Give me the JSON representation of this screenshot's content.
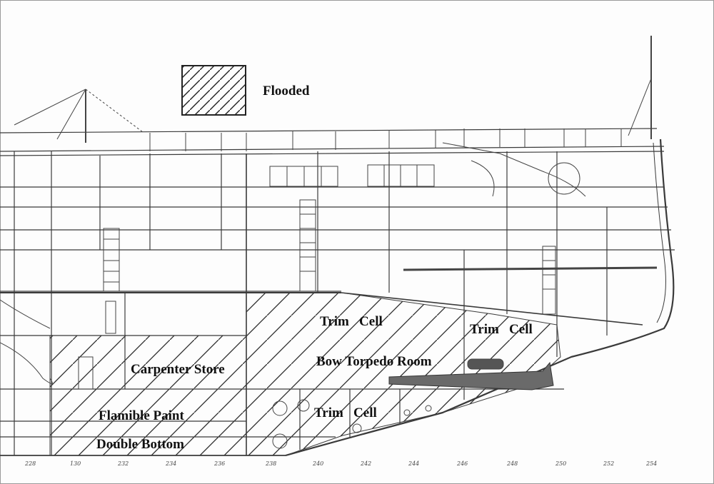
{
  "legend": {
    "label": "Flooded",
    "icon": "hatched-swatch"
  },
  "compartments": [
    {
      "id": "trim-cell-upper",
      "label": "Trim   Cell"
    },
    {
      "id": "trim-cell-forward",
      "label": "Trim   Cell"
    },
    {
      "id": "bow-torpedo-room",
      "label": "Bow Torpedo Room"
    },
    {
      "id": "carpenter-store",
      "label": "Carpenter Store"
    },
    {
      "id": "trim-cell-lower",
      "label": "Trim   Cell"
    },
    {
      "id": "flamible-paint",
      "label": "Flamible Paint"
    },
    {
      "id": "double-bottom",
      "label": "Double Bottom"
    }
  ],
  "frame_ticks": [
    "228",
    "130",
    "232",
    "234",
    "236",
    "238",
    "240",
    "242",
    "244",
    "246",
    "248",
    "250",
    "252",
    "254"
  ],
  "colors": {
    "line": "#3a3a3a",
    "hatch": "#2a2a2a",
    "label": "#111111"
  }
}
